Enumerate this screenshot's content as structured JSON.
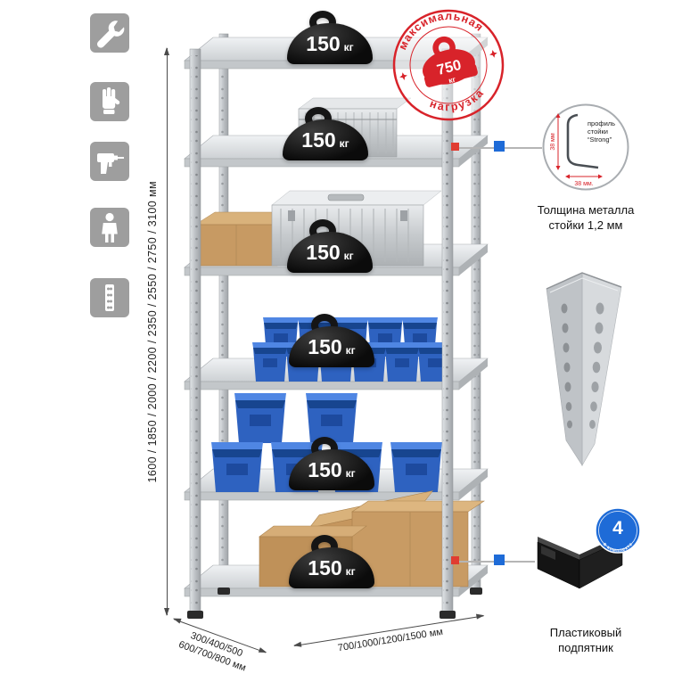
{
  "colors": {
    "accent_red": "#d8232a",
    "accent_blue": "#1e6bd7",
    "tile_gray": "#9e9e9e"
  },
  "side_icons": [
    {
      "name": "wrench"
    },
    {
      "name": "glove"
    },
    {
      "name": "drill"
    },
    {
      "name": "person"
    },
    {
      "name": "rack-post"
    }
  ],
  "dimensions": {
    "height": "1600 / 1850 / 2000 / 2200 / 2350 / 2550 / 2750 / 3100 мм",
    "depth_line1": "300/400/500",
    "depth_line2": "600/700/800 мм",
    "width": "700/1000/1200/1500 мм"
  },
  "rack": {
    "shelf_loads": [
      {
        "value": "150",
        "unit": "кг"
      },
      {
        "value": "150",
        "unit": "кг"
      },
      {
        "value": "150",
        "unit": "кг"
      },
      {
        "value": "150",
        "unit": "кг"
      },
      {
        "value": "150",
        "unit": "кг"
      },
      {
        "value": "150",
        "unit": "кг"
      }
    ]
  },
  "stamp": {
    "arc_top": "максимальная",
    "arc_bottom": "нагрузка",
    "value": "750",
    "unit": "кг"
  },
  "profile_detail": {
    "line1": "профиль",
    "line2": "стойки",
    "line3": "“Strong”",
    "dim_vertical": "38 мм",
    "dim_horizontal": "38 мм.",
    "caption": "Толщина металла стойки 1,2 мм"
  },
  "foot_detail": {
    "badge_value": "4",
    "badge_arc": "в комплекте",
    "caption": "Пластиковый подпятник"
  }
}
